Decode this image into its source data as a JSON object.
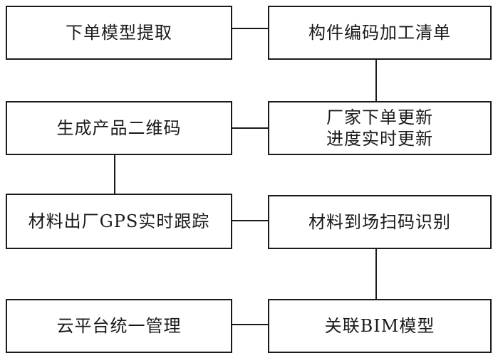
{
  "boxes": {
    "model_extract": "下单模型提取",
    "component_code": "构件编码加工清单",
    "qr_generate": "生成产品二维码",
    "progress_line1": "厂家下单更新",
    "progress_line2": "进度实时更新",
    "gps_tracking": "材料出厂GPS实时跟踪",
    "scan_identify": "材料到场扫码识别",
    "cloud_manage": "云平台统一管理",
    "bim_link": "关联BIM模型"
  },
  "colors": {
    "line": "#1a1a1a",
    "box_border": "#1a1a1a",
    "background": "#ffffff"
  }
}
